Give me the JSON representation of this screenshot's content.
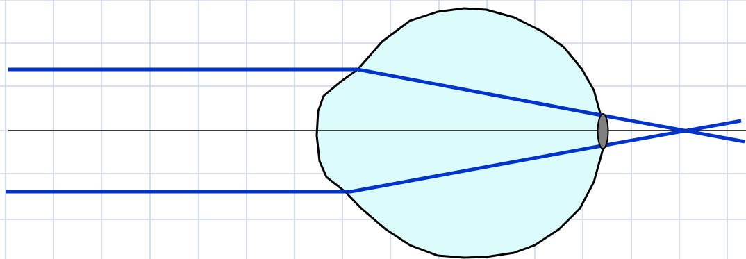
{
  "colors": {
    "background": "#ffffff",
    "grid": "#c9d6ee",
    "eye_fill": "#dcfcfc",
    "eye_outline": "#000000",
    "axis": "#000000",
    "ray": "#0033cc",
    "lens_fill": "#808080",
    "lens_outline": "#000000"
  },
  "elements": {
    "grid": "graph-paper-grid",
    "eyeball": "eyeball-outline",
    "optical_axis": "optical-axis-line",
    "upper_ray": "upper-light-ray",
    "lower_ray": "lower-light-ray",
    "lens": "eye-lens"
  }
}
